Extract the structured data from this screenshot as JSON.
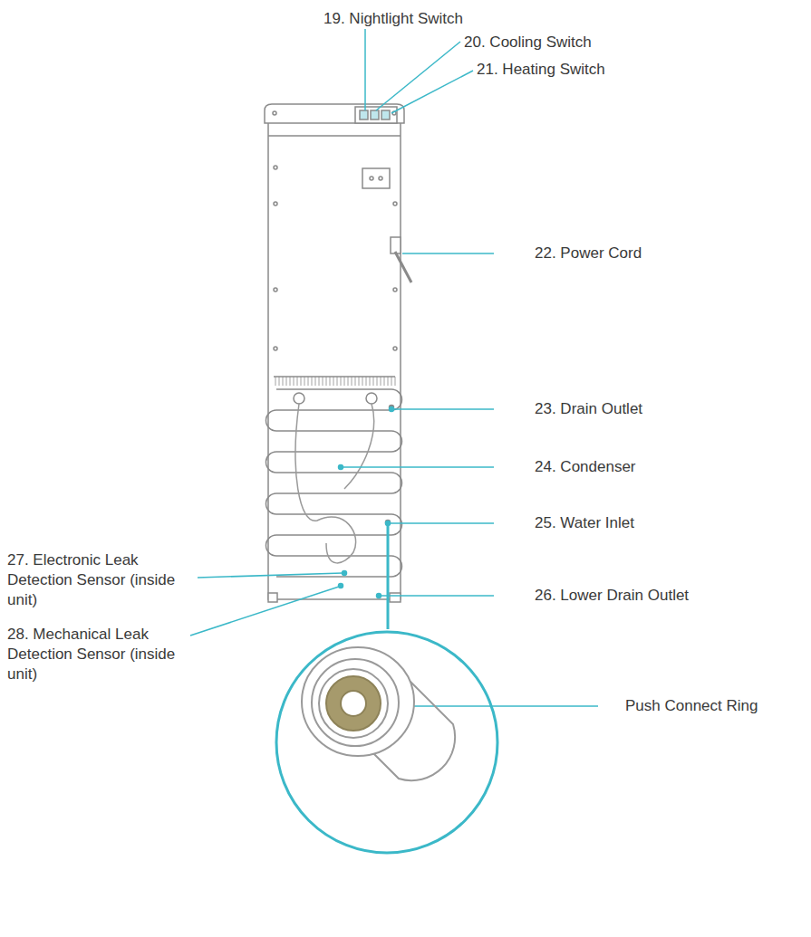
{
  "diagram": {
    "labels": [
      "19. Nightlight Switch",
      "20. Cooling Switch",
      "21. Heating Switch",
      "22. Power Cord",
      "23. Drain Outlet",
      "24. Condenser",
      "25. Water Inlet",
      "27. Electronic Leak Detection Sensor (inside unit)",
      "26. Lower Drain Outlet",
      "28. Mechanical Leak Detection Sensor (inside unit)",
      "Push Connect Ring"
    ]
  }
}
